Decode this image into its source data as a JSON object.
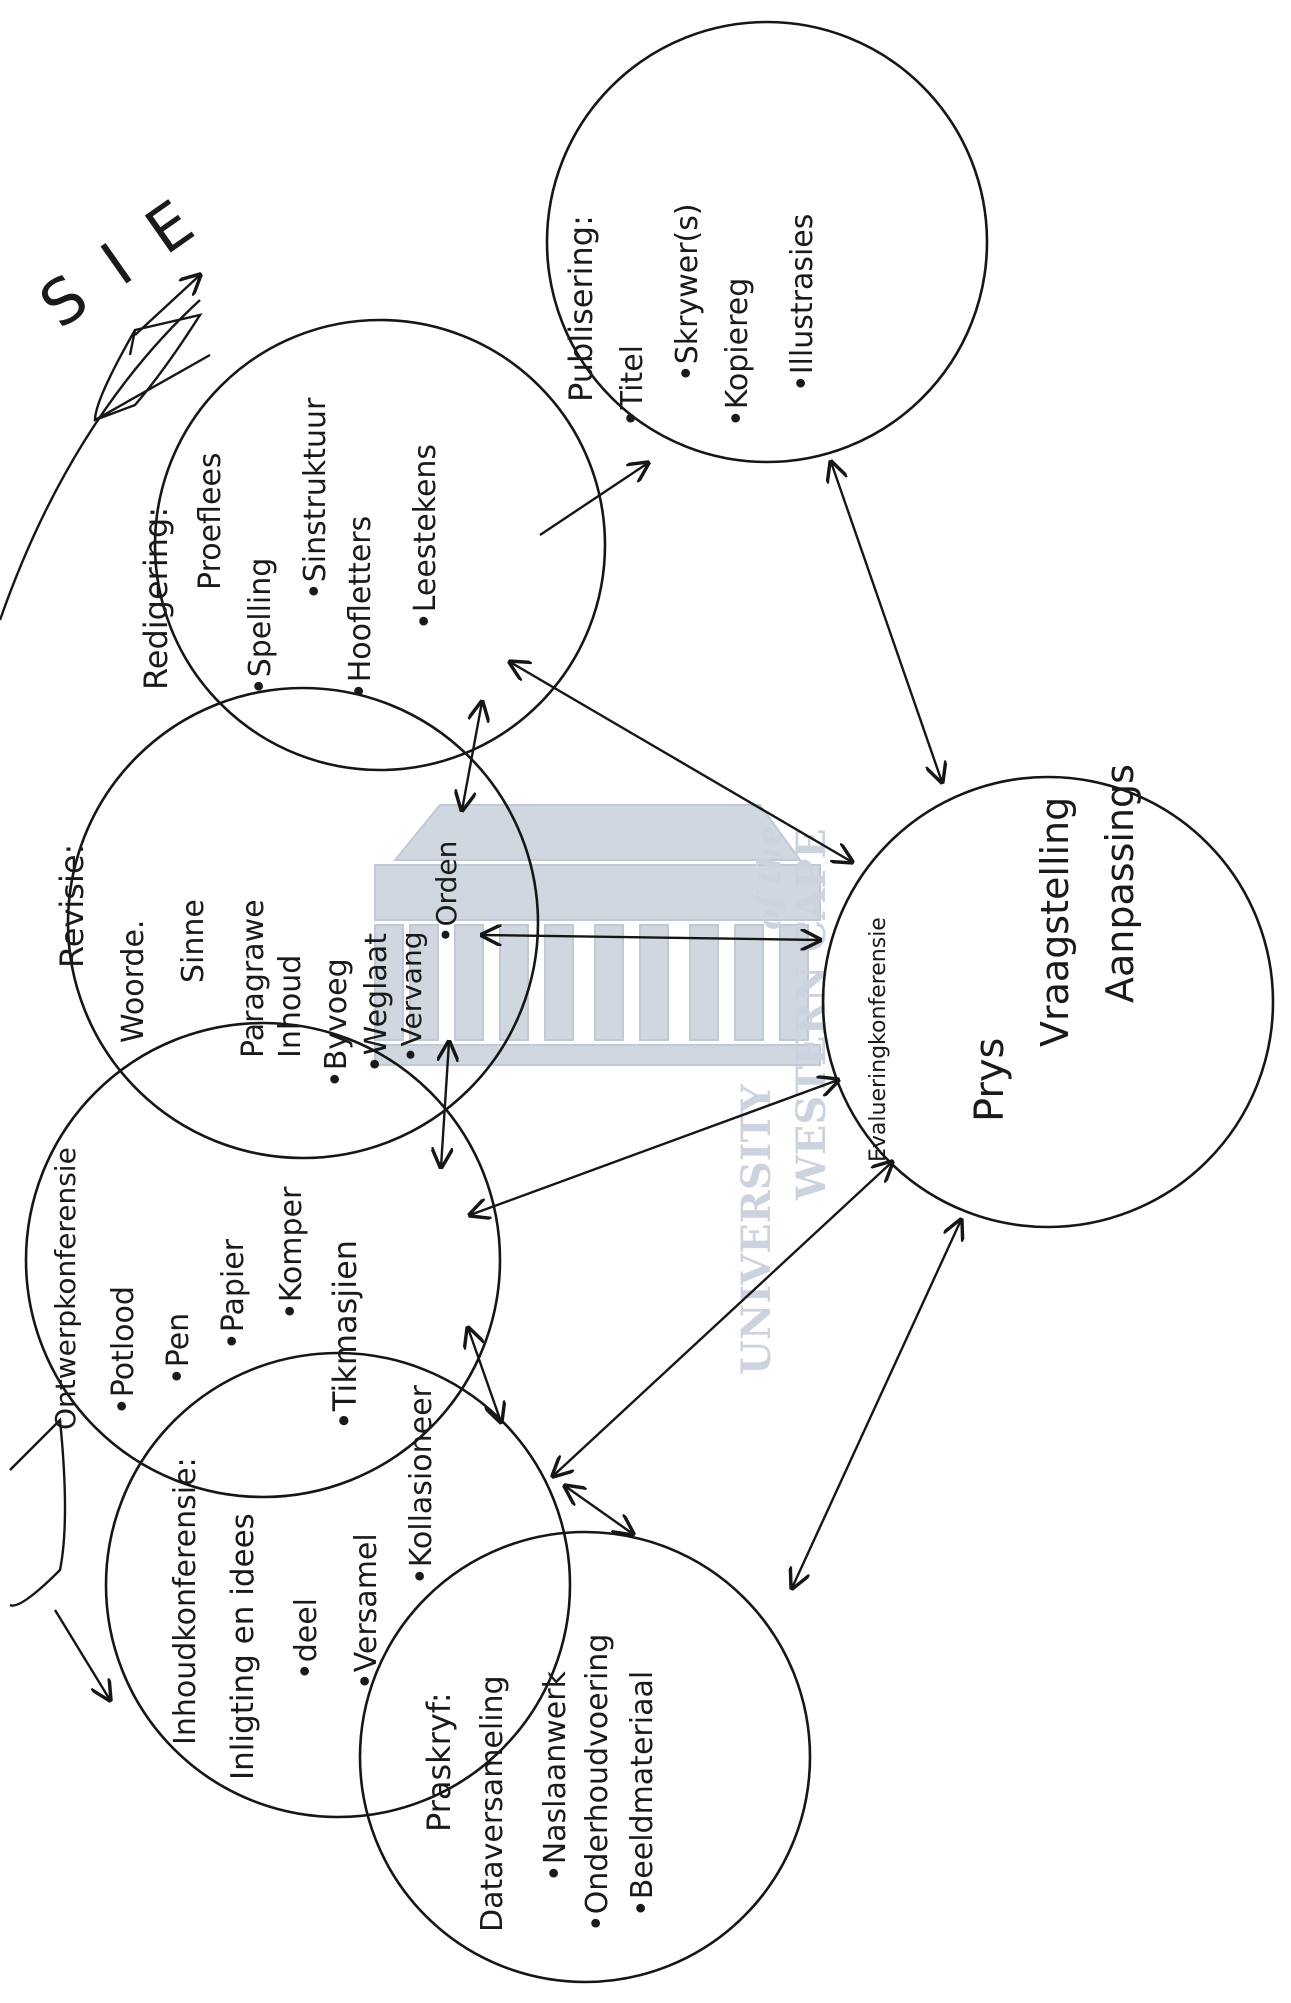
{
  "banner": {
    "letters": "S I E"
  },
  "nodes": {
    "prewriting": {
      "title": "Praskryf:",
      "items": [
        "Dataversameling",
        "•Naslaanwerk",
        "•Onderhoudvoering",
        "•Beeldmateriaal"
      ]
    },
    "content_conference": {
      "title": "Inhoudkonferensie:",
      "items": [
        "Inligting en idees",
        "•deel",
        "•Versamel",
        "•Kollasioneer"
      ]
    },
    "draft_conference": {
      "title": "Ontwerpkonferensie",
      "items": [
        "•Potlood",
        "•Pen",
        "•Papier",
        "•Komper",
        "•Tikmasjien"
      ]
    },
    "revision": {
      "title": "Revisie:",
      "items": [
        "Woorde.",
        "Sinne",
        "Paragrawe",
        "Inhoud",
        "•Byvoeg",
        "•Weglaat",
        "•Vervang",
        "•Orden"
      ]
    },
    "editing": {
      "title": "Redigering:",
      "items": [
        "Proeflees",
        "•Spelling",
        "•Sinstruktuur",
        "•Hoofletters",
        "•Leestekens"
      ]
    },
    "publishing": {
      "title": "Publisering:",
      "items": [
        "•Titel",
        "•Skrywer(s)",
        "•Kopiereg",
        "•Illustrasies"
      ]
    },
    "evaluation": {
      "title": "Evalueringkonferensie",
      "items": [
        "Prys",
        "Vraagstelling",
        "Aanpassings"
      ]
    }
  },
  "watermark": {
    "line1": "UNIVERSITY",
    "line1_suffix": "of the",
    "line2": "WESTERN CAPE"
  }
}
